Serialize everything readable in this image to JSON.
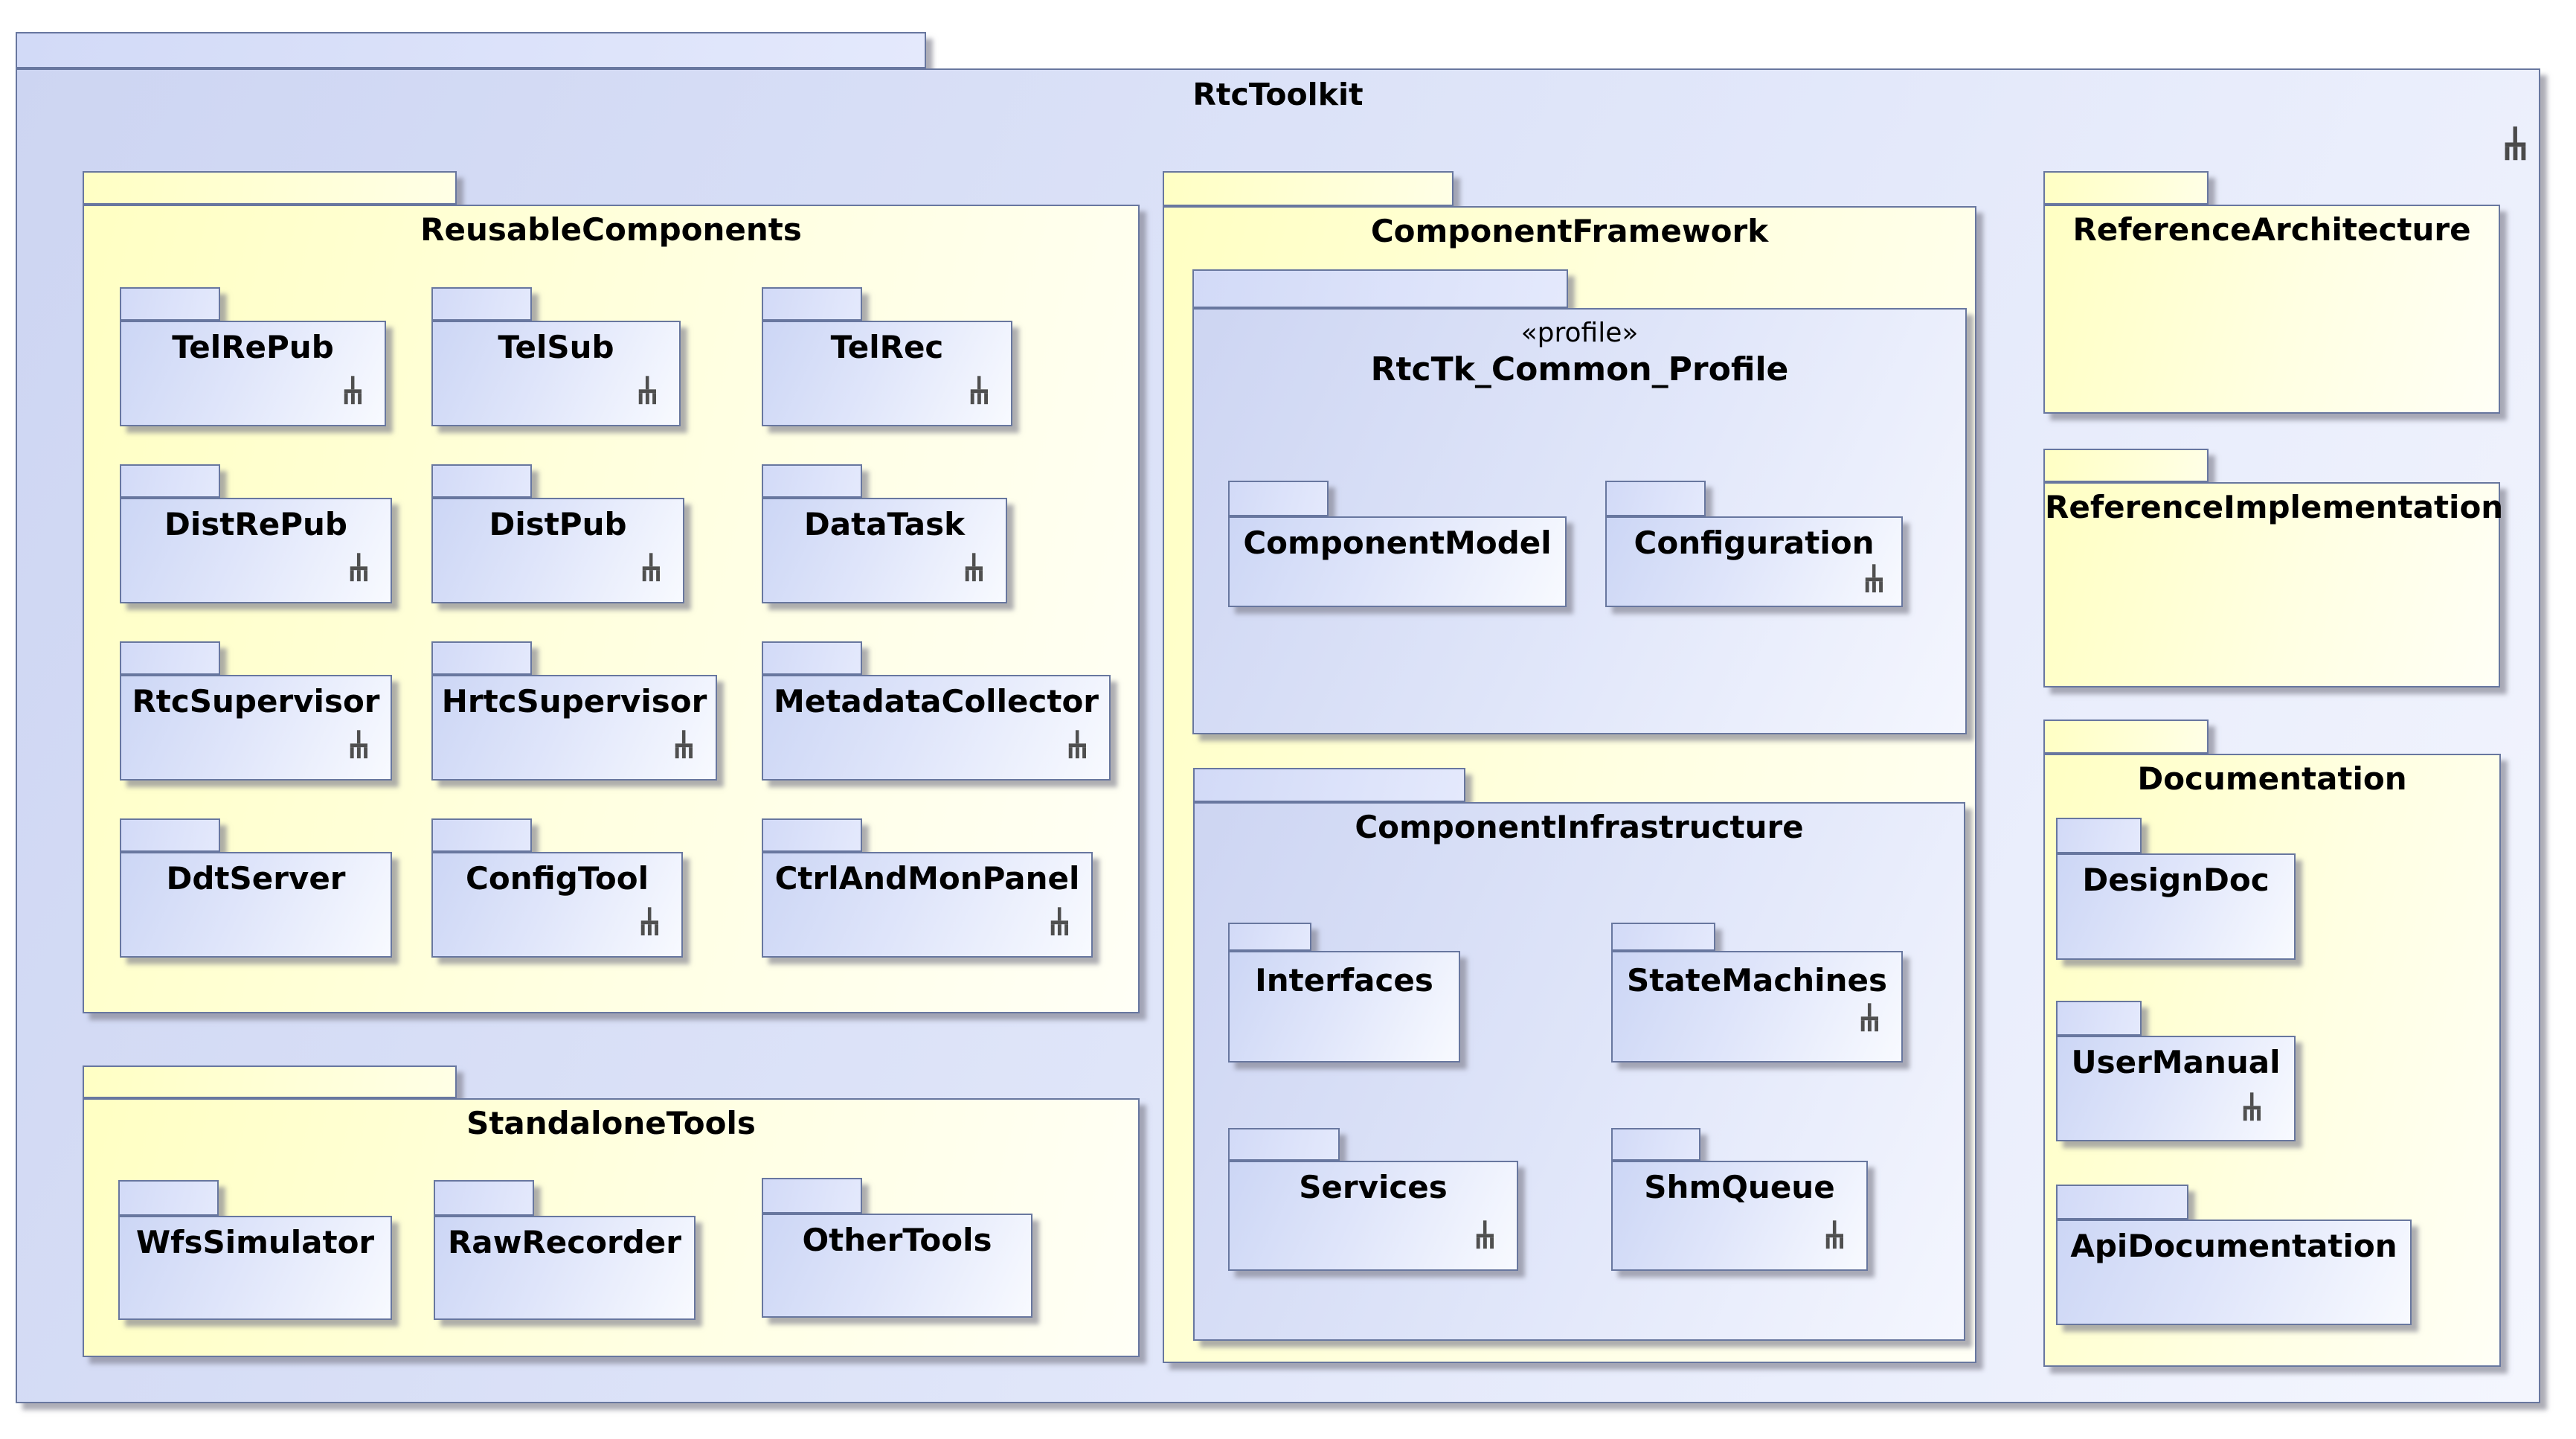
{
  "root": {
    "title": "RtcToolkit"
  },
  "reusable_components": {
    "title": "ReusableComponents",
    "packages": [
      {
        "label": "TelRePub"
      },
      {
        "label": "TelSub"
      },
      {
        "label": "TelRec"
      },
      {
        "label": "DistRePub"
      },
      {
        "label": "DistPub"
      },
      {
        "label": "DataTask"
      },
      {
        "label": "RtcSupervisor"
      },
      {
        "label": "HrtcSupervisor"
      },
      {
        "label": "MetadataCollector"
      },
      {
        "label": "DdtServer"
      },
      {
        "label": "ConfigTool"
      },
      {
        "label": "CtrlAndMonPanel"
      }
    ]
  },
  "standalone_tools": {
    "title": "StandaloneTools",
    "packages": [
      {
        "label": "WfsSimulator"
      },
      {
        "label": "RawRecorder"
      },
      {
        "label": "OtherTools"
      }
    ]
  },
  "component_framework": {
    "title": "ComponentFramework",
    "profile_package": {
      "stereotype": "«profile»",
      "title": "RtcTk_Common_Profile",
      "packages": [
        {
          "label": "ComponentModel"
        },
        {
          "label": "Configuration"
        }
      ]
    },
    "infrastructure_package": {
      "title": "ComponentInfrastructure",
      "packages": [
        {
          "label": "Interfaces"
        },
        {
          "label": "StateMachines"
        },
        {
          "label": "Services"
        },
        {
          "label": "ShmQueue"
        }
      ]
    }
  },
  "reference_architecture": {
    "title": "ReferenceArchitecture"
  },
  "reference_implementation": {
    "title": "ReferenceImplementation"
  },
  "documentation": {
    "title": "Documentation",
    "packages": [
      {
        "label": "DesignDoc"
      },
      {
        "label": "UserManual"
      },
      {
        "label": "ApiDocumentation"
      }
    ]
  },
  "colors": {
    "package_blue": "#ccd6f5",
    "package_yellow": "#ffffc4",
    "border": "#68779f",
    "shadow": "#7d7d8a",
    "icon": "#4f4f4f",
    "text": "#000000"
  }
}
